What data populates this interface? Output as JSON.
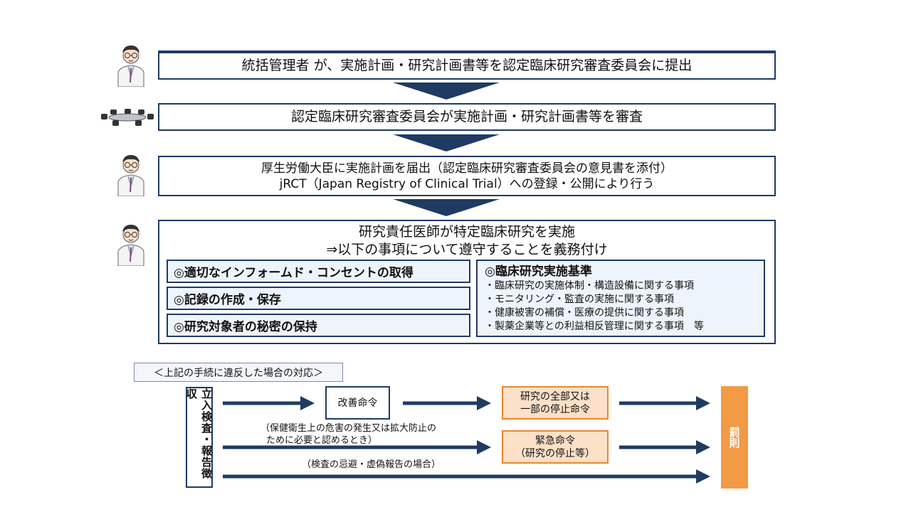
{
  "steps": {
    "step1": {
      "prefix": "統括管理者",
      "rest": "が、実施計画・研究計画書等を認定臨床研究審査委員会に提出"
    },
    "step2": {
      "text": "認定臨床研究審査委員会が実施計画・研究計画書等を審査"
    },
    "step3": {
      "line1": "厚生労働大臣に実施計画を届出（認定臨床研究審査委員会の意見書を添付）",
      "line2": "jRCT（Japan Registry of Clinical Trial）への登録・公開により行う"
    },
    "step4": {
      "line1": "研究責任医師が特定臨床研究を実施",
      "line2": "⇒以下の事項について遵守することを義務付け"
    }
  },
  "obligations": [
    "◎適切なインフォームド・コンセントの取得",
    "◎記録の作成・保存",
    "◎研究対象者の秘密の保持"
  ],
  "standards": {
    "title": "◎臨床研究実施基準",
    "items": [
      "・臨床研究の実施体制・構造設備に関する事項",
      "・モニタリング・監査の実施に関する事項",
      "・健康被害の補償・医療の提供に関する事項",
      "・製薬企業等との利益相反管理に関する事項　等"
    ]
  },
  "violation": {
    "label": "＜上記の手続に違反した場合の対応＞",
    "inspection": "立入検査・報告徴収",
    "improvement": "改善命令",
    "suspension": {
      "line1": "研究の全部又は",
      "line2": "一部の停止命令"
    },
    "emergency": {
      "line1": "緊急命令",
      "line2": "（研究の停止等）"
    },
    "emergency_note": {
      "line1": "（保健衛生上の危害の発生又は拡大防止の",
      "line2": "ために必要と認めるとき）"
    },
    "evasion_note": "（検査の忌避・虚偽報告の場合）",
    "penalty": "罰則"
  },
  "colors": {
    "navy": "#1f3b63",
    "orange": "#f29a45",
    "light_orange": "#fde0c8",
    "light_blue": "#eef4fb"
  },
  "icons": [
    "doctor-icon",
    "meeting-table-icon",
    "doctor-icon",
    "doctor-icon"
  ]
}
